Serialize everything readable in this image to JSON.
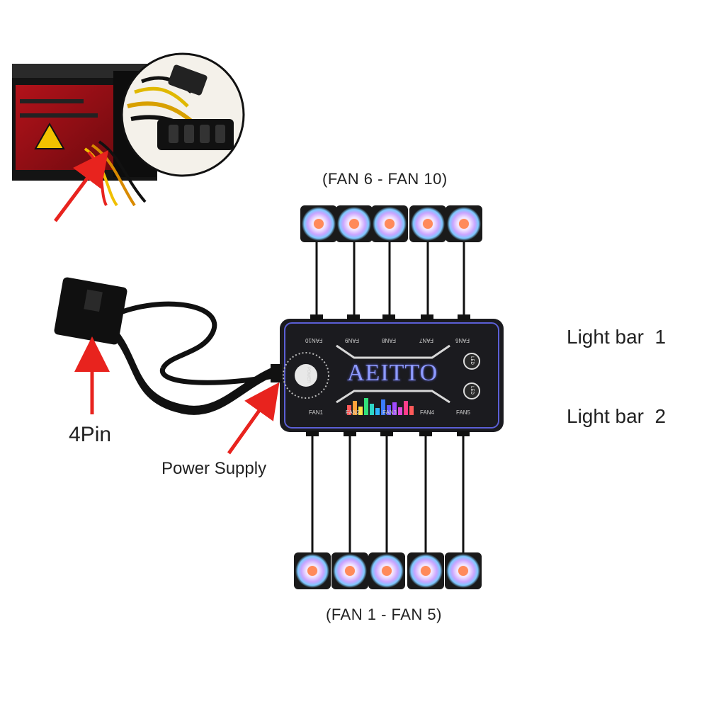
{
  "labels": {
    "fan_group_top": "(FAN 6 - FAN 10)",
    "fan_group_bottom": "(FAN 1 - FAN 5)",
    "light_bar_1": "Light bar  1",
    "light_bar_2": "Light bar  2",
    "pin_label": "4Pin",
    "power_supply": "Power Supply"
  },
  "hub": {
    "brand": "AEITTO",
    "top_ports": [
      "FAN10",
      "FAN9",
      "FAN8",
      "FAN7",
      "FAN6"
    ],
    "bottom_ports": [
      "FAN1",
      "FAN2",
      "FAN3",
      "FAN4",
      "FAN5"
    ],
    "power_button_label": "POWER",
    "led_ports": [
      "LED",
      "LED"
    ]
  },
  "colors": {
    "arrow": "#e8231e",
    "hub_body": "#1b1b1f",
    "hub_trim": "#5b5fd6",
    "cable": "#111111"
  }
}
